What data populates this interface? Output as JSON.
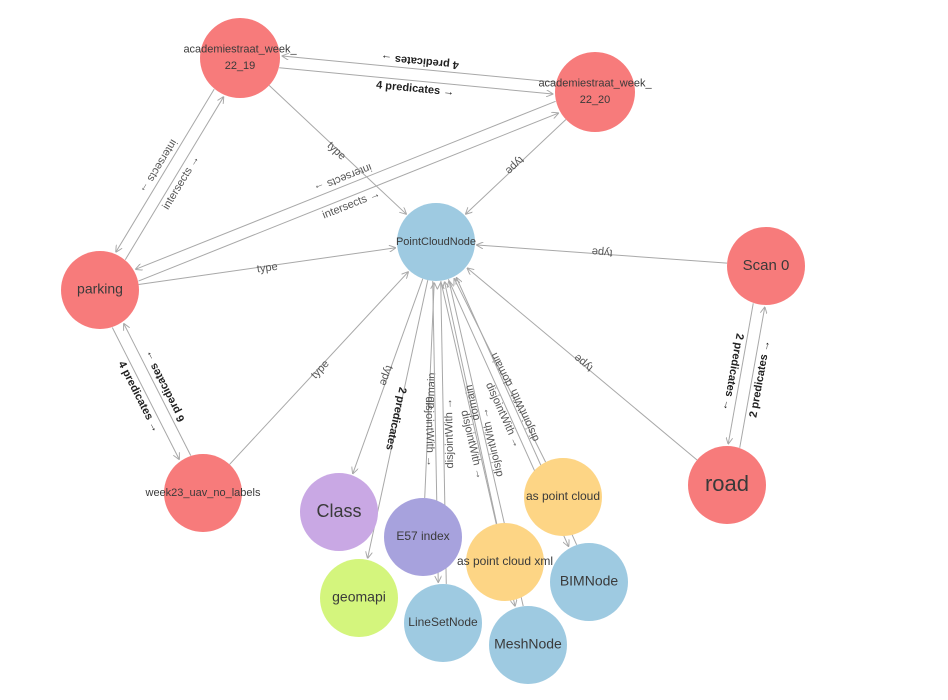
{
  "colors": {
    "instance": "#f77b7b",
    "class": "#9ecae1",
    "literal_yellow": "#fdd585",
    "literal_purple": "#a7a2dd",
    "class_purple": "#c9a8e4",
    "geomapi": "#d4f57d",
    "edge": "#a8a8a8"
  },
  "nodes": [
    {
      "id": "n1",
      "label_lines": [
        "academiestraat_week_",
        "22_19"
      ],
      "color": "instance"
    },
    {
      "id": "n2",
      "label_lines": [
        "academiestraat_week_",
        "22_20"
      ],
      "color": "instance"
    },
    {
      "id": "pcn",
      "label_lines": [
        "PointCloudNode"
      ],
      "color": "class"
    },
    {
      "id": "parking",
      "label_lines": [
        "parking"
      ],
      "color": "instance"
    },
    {
      "id": "scan0",
      "label_lines": [
        "Scan 0"
      ],
      "color": "instance"
    },
    {
      "id": "road",
      "label_lines": [
        "road"
      ],
      "color": "instance"
    },
    {
      "id": "week23",
      "label_lines": [
        "week23_uav_no_labels"
      ],
      "color": "instance"
    },
    {
      "id": "class",
      "label_lines": [
        "Class"
      ],
      "color": "class_purple"
    },
    {
      "id": "geomapi",
      "label_lines": [
        "geomapi"
      ],
      "color": "geomapi"
    },
    {
      "id": "e57",
      "label_lines": [
        "E57 index"
      ],
      "color": "literal_purple"
    },
    {
      "id": "lineset",
      "label_lines": [
        "LineSetNode"
      ],
      "color": "class"
    },
    {
      "id": "pcxml",
      "label_lines": [
        "as point cloud xml"
      ],
      "color": "literal_yellow"
    },
    {
      "id": "pc",
      "label_lines": [
        "as point cloud"
      ],
      "color": "literal_yellow"
    },
    {
      "id": "mesh",
      "label_lines": [
        "MeshNode"
      ],
      "color": "class"
    },
    {
      "id": "bim",
      "label_lines": [
        "BIMNode"
      ],
      "color": "class"
    }
  ],
  "edges": [
    {
      "from": "n1",
      "to": "n2",
      "label": "4 predicates →",
      "bold": true
    },
    {
      "from": "n2",
      "to": "n1",
      "label": "4 predicates →",
      "bold": true
    },
    {
      "from": "n1",
      "to": "parking",
      "label": "intersects →"
    },
    {
      "from": "parking",
      "to": "n1",
      "label": "intersects →"
    },
    {
      "from": "parking",
      "to": "n2",
      "label": "intersects →"
    },
    {
      "from": "n2",
      "to": "parking",
      "label": "intersects →"
    },
    {
      "from": "n1",
      "to": "pcn",
      "label": "type"
    },
    {
      "from": "n2",
      "to": "pcn",
      "label": "type"
    },
    {
      "from": "parking",
      "to": "pcn",
      "label": "type"
    },
    {
      "from": "scan0",
      "to": "pcn",
      "label": "type"
    },
    {
      "from": "road",
      "to": "pcn",
      "label": "type"
    },
    {
      "from": "week23",
      "to": "pcn",
      "label": "type"
    },
    {
      "from": "parking",
      "to": "week23",
      "label": "4 predicates →",
      "bold": true
    },
    {
      "from": "week23",
      "to": "parking",
      "label": "6 predicates →",
      "bold": true
    },
    {
      "from": "scan0",
      "to": "road",
      "label": "2 predicates →",
      "bold": true
    },
    {
      "from": "road",
      "to": "scan0",
      "label": "2 predicates →",
      "bold": true
    },
    {
      "from": "pcn",
      "to": "class",
      "label": "type"
    },
    {
      "from": "pcn",
      "to": "geomapi",
      "label": "2 predicates",
      "bold": true
    },
    {
      "from": "e57",
      "to": "pcn",
      "label": "domain"
    },
    {
      "from": "pcn",
      "to": "lineset",
      "label": "disjointWith →"
    },
    {
      "from": "lineset",
      "to": "pcn",
      "label": "disjointWith →"
    },
    {
      "from": "pcxml",
      "to": "pcn",
      "label": "domain"
    },
    {
      "from": "pcn",
      "to": "mesh",
      "label": "disjointWith →"
    },
    {
      "from": "mesh",
      "to": "pcn",
      "label": "disjointWith →"
    },
    {
      "from": "pc",
      "to": "pcn",
      "label": "domain"
    },
    {
      "from": "pcn",
      "to": "bim",
      "label": "disjointWith →"
    },
    {
      "from": "bim",
      "to": "pcn",
      "label": "disjointWith →"
    }
  ]
}
